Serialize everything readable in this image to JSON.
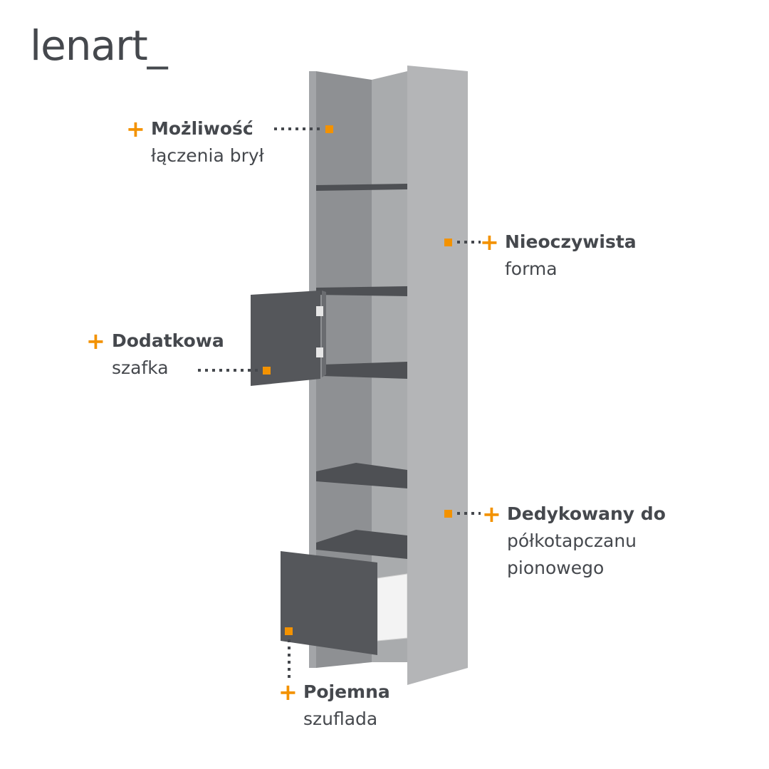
{
  "brand": {
    "logo": "lenart_"
  },
  "colors": {
    "accent": "#f39200",
    "text": "#45484d",
    "panel_light": "#b4b5b7",
    "panel_dark": "#55575b"
  },
  "callouts": [
    {
      "title": "Możliwość",
      "subtitle": "łączenia brył"
    },
    {
      "title": "Nieoczywista",
      "subtitle": "forma"
    },
    {
      "title": "Dodatkowa",
      "subtitle": "szafka"
    },
    {
      "title": "Dedykowany do",
      "subtitle": "półkotapczanu",
      "subtitle2": "pionowego"
    },
    {
      "title": "Pojemna",
      "subtitle": "szuflada"
    }
  ]
}
